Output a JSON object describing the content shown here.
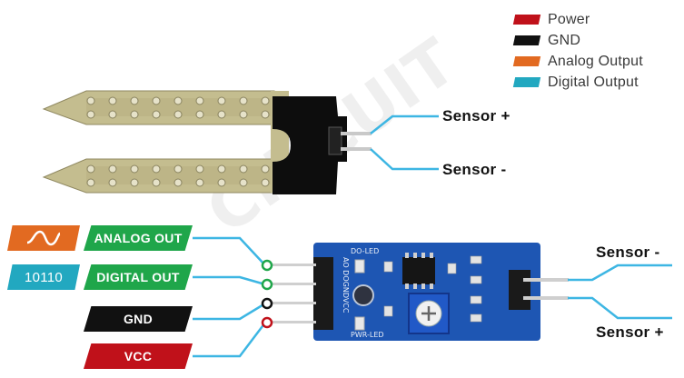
{
  "legend": [
    {
      "label": "Power",
      "color": "#c0111a"
    },
    {
      "label": "GND",
      "color": "#111111"
    },
    {
      "label": "Analog Output",
      "color": "#e26a21"
    },
    {
      "label": "Digital Output",
      "color": "#22a8c0"
    }
  ],
  "probe": {
    "sensor_plus": "Sensor +",
    "sensor_minus": "Sensor -"
  },
  "module": {
    "sensor_minus": "Sensor -",
    "sensor_plus": "Sensor +",
    "silk_top": "DO-LED",
    "silk_pins": "AO DOGNDVCC",
    "silk_bottom": "PWR-LED"
  },
  "pins": {
    "analog_icon": "analog-wave-icon",
    "analog_label": "ANALOG OUT",
    "digital_code": "10110",
    "digital_label": "DIGITAL OUT",
    "gnd_label": "GND",
    "vcc_label": "VCC"
  },
  "colors": {
    "analog_green": "#1fa64a",
    "wire_cyan": "#3db6e3",
    "pcb_blue": "#1e56b3"
  }
}
